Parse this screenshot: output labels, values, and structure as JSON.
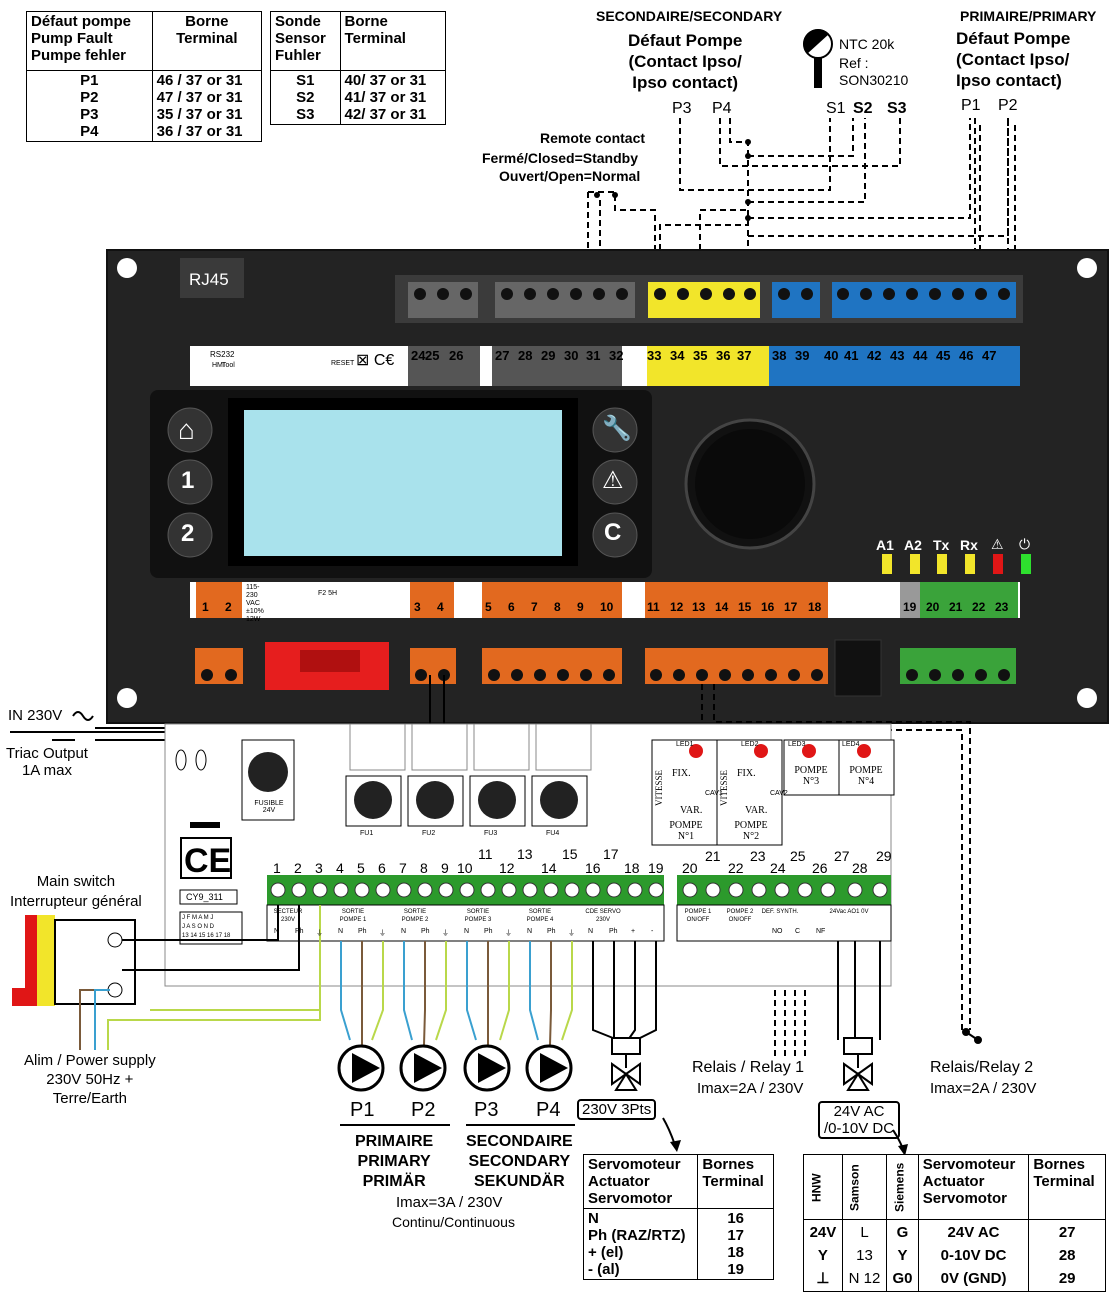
{
  "table_pump_fault": {
    "header": [
      "Défaut pompe\nPump Fault\nPumpe fehler",
      "Borne\nTerminal"
    ],
    "rows": [
      [
        "P1",
        "46 / 37 or 31"
      ],
      [
        "P2",
        "47 / 37 or 31"
      ],
      [
        "P3",
        "35 / 37 or 31"
      ],
      [
        "P4",
        "36 / 37 or 31"
      ]
    ]
  },
  "table_sensor": {
    "header": [
      "Sonde\nSensor\nFuhler",
      "Borne\nTerminal"
    ],
    "rows": [
      [
        "S1",
        "40/ 37 or 31"
      ],
      [
        "S2",
        "41/ 37 or 31"
      ],
      [
        "S3",
        "42/ 37 or 31"
      ]
    ]
  },
  "secondary": {
    "title": "SECONDAIRE/SECONDARY",
    "fault": "Défaut Pompe\n(Contact Ipso/\nIpso contact)",
    "p3": "P3",
    "p4": "P4"
  },
  "primary": {
    "title": "PRIMAIRE/PRIMARY",
    "fault": "Défaut Pompe\n(Contact Ipso/\nIpso contact)",
    "p1": "P1",
    "p2": "P2"
  },
  "ntc": {
    "line1": "NTC 20k",
    "line2": "Ref :",
    "line3": "SON30210",
    "s1": "S1",
    "s2": "S2",
    "s3": "S3"
  },
  "remote": {
    "line1": "Remote contact",
    "line2": "Fermé/Closed=Standby",
    "line3": "Ouvert/Open=Normal"
  },
  "controller": {
    "rj45": "RJ45",
    "top_numbers": [
      "24",
      "25",
      "26",
      "27",
      "28",
      "29",
      "30",
      "31",
      "32",
      "33",
      "34",
      "35",
      "36",
      "37",
      "38",
      "39",
      "40",
      "41",
      "42",
      "43",
      "44",
      "45",
      "46",
      "47"
    ],
    "top_small": [
      "RS232",
      "HMI",
      "Tool",
      "RESET"
    ],
    "bottom_numbers": [
      "1",
      "2",
      "3",
      "4",
      "5",
      "6",
      "7",
      "8",
      "9",
      "10",
      "11",
      "12",
      "13",
      "14",
      "15",
      "16",
      "17",
      "18",
      "19",
      "20",
      "21",
      "22",
      "23"
    ],
    "bottom_small": [
      "115-230 VAC ±10% 12W",
      "F2 5H"
    ],
    "leds": [
      "A1",
      "A2",
      "Tx",
      "Rx",
      "⚠",
      "⏻"
    ],
    "buttons_left": [
      "⌂",
      "1",
      "2"
    ],
    "buttons_right": [
      "🔧",
      "⚠",
      "C"
    ]
  },
  "left_labels": {
    "in": "IN 230V",
    "triac": "Triac Output\n1A max",
    "main_switch": "Main switch\nInterrupteur général",
    "power": "Alim / Power supply\n230V 50Hz +\nTerre/Earth"
  },
  "board": {
    "fuse_label": "FUSIBLE\n24V",
    "fu": [
      "FU1",
      "FU2",
      "FU3",
      "FU4"
    ],
    "cy": "CY9_311",
    "terminal_numbers": [
      "1",
      "2",
      "3",
      "4",
      "5",
      "6",
      "7",
      "8",
      "9",
      "10",
      "11",
      "12",
      "13",
      "14",
      "15",
      "16",
      "17",
      "18",
      "19",
      "20",
      "21",
      "22",
      "23",
      "24",
      "25",
      "26",
      "27",
      "28",
      "29"
    ],
    "groups": [
      "SECTEUR 230V",
      "SORTIE POMPE 1",
      "SORTIE POMPE 2",
      "SORTIE POMPE 3",
      "SORTIE POMPE 4",
      "CDE SERVO 230V",
      "POMPE 1 ON/OFF",
      "POMPE 2 ON/OFF",
      "DEF. SYNTH.",
      "24Vac AO1 0V"
    ],
    "sublabels": [
      "N",
      "Ph",
      "⏚",
      "N",
      "Ph",
      "⏚",
      "N",
      "Ph",
      "⏚",
      "N",
      "Ph",
      "⏚",
      "N",
      "Ph",
      "⏚",
      "N",
      "Ph",
      "+",
      "-",
      "NO",
      "C",
      "NF"
    ],
    "relay_boxes": [
      "LED1",
      "LED2",
      "LED3",
      "LED4",
      "VITESSE",
      "FIX.",
      "VAR.",
      "CAV1",
      "CAV2",
      "POMPE N°1",
      "POMPE N°2",
      "POMPE N°3",
      "POMPE N°4"
    ],
    "mini_grid": "J F M A M J\nJ A S O N D\n13 14 15 16 17 18"
  },
  "pumps": {
    "p1": "P1",
    "p2": "P2",
    "p3": "P3",
    "p4": "P4",
    "primary": "PRIMAIRE\nPRIMARY\nPRIMÄR",
    "secondary": "SECONDAIRE\nSECONDARY\nSEKUNDÄR",
    "imax": "Imax=3A / 230V",
    "cont": "Continu/Continuous"
  },
  "relays": {
    "r1": "Relais / Relay 1",
    "r1i": "Imax=2A / 230V",
    "r2": "Relais/Relay 2",
    "r2i": "Imax=2A / 230V"
  },
  "valves": {
    "v230": "230V 3Pts",
    "v24": "24V AC\n/0-10V DC"
  },
  "table_servo230": {
    "header": [
      "Servomoteur\nActuator\nServomotor",
      "Bornes\nTerminal"
    ],
    "rows": [
      [
        "N",
        "16"
      ],
      [
        "Ph (RAZ/RTZ)",
        "17"
      ],
      [
        "+ (el)",
        "18"
      ],
      [
        "- (al)",
        "19"
      ]
    ]
  },
  "table_servo24": {
    "header": [
      "HNW",
      "Samson",
      "Siemens",
      "Servomoteur\nActuator\nServomotor",
      "Bornes\nTerminal"
    ],
    "rows": [
      [
        "24V",
        "L",
        "G",
        "24V AC",
        "27"
      ],
      [
        "Y",
        "13",
        "Y",
        "0-10V DC",
        "28"
      ],
      [
        "⊥",
        "N 12",
        "G0",
        "0V (GND)",
        "29"
      ]
    ]
  }
}
